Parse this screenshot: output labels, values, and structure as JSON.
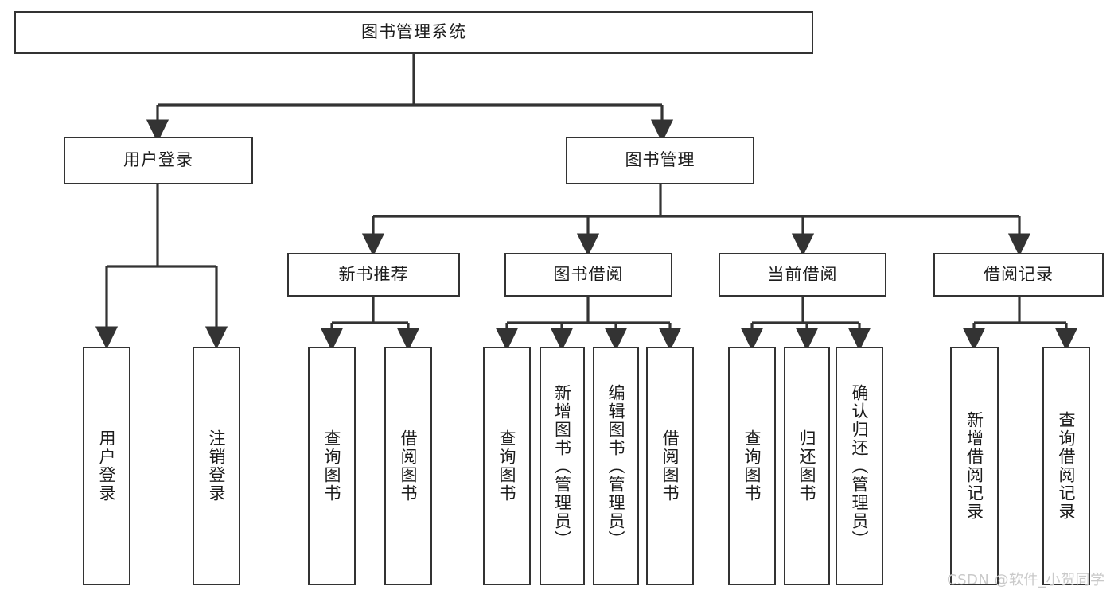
{
  "diagram": {
    "type": "hierarchy-tree",
    "title_node": {
      "label": "图书管理系统"
    },
    "level1": [
      {
        "id": "user-login",
        "label": "用户登录"
      },
      {
        "id": "book-management",
        "label": "图书管理"
      }
    ],
    "level2": [
      {
        "id": "new-book-recommend",
        "label": "新书推荐"
      },
      {
        "id": "book-borrow",
        "label": "图书借阅"
      },
      {
        "id": "current-borrow",
        "label": "当前借阅"
      },
      {
        "id": "borrow-record",
        "label": "借阅记录"
      }
    ],
    "leaves": [
      {
        "id": "leaf-user-login",
        "label": "用户登录",
        "parent": "user-login"
      },
      {
        "id": "leaf-logout-login",
        "label": "注销登录",
        "parent": "user-login"
      },
      {
        "id": "leaf-query-book-1",
        "label": "查询图书",
        "parent": "new-book-recommend"
      },
      {
        "id": "leaf-borrow-book-1",
        "label": "借阅图书",
        "parent": "new-book-recommend"
      },
      {
        "id": "leaf-query-book-2",
        "label": "查询图书",
        "parent": "book-borrow"
      },
      {
        "id": "leaf-add-book",
        "label": "新增图书（管理员）",
        "parent": "book-borrow"
      },
      {
        "id": "leaf-edit-book",
        "label": "编辑图书（管理员）",
        "parent": "book-borrow"
      },
      {
        "id": "leaf-borrow-book-2",
        "label": "借阅图书",
        "parent": "book-borrow"
      },
      {
        "id": "leaf-query-book-3",
        "label": "查询图书",
        "parent": "current-borrow"
      },
      {
        "id": "leaf-return-book",
        "label": "归还图书",
        "parent": "current-borrow"
      },
      {
        "id": "leaf-confirm-return",
        "label": "确认归还（管理员）",
        "parent": "current-borrow"
      },
      {
        "id": "leaf-add-record",
        "label": "新增借阅记录",
        "parent": "borrow-record"
      },
      {
        "id": "leaf-query-record",
        "label": "查询借阅记录",
        "parent": "borrow-record"
      }
    ],
    "watermark": "CSDN @软件_小贺同学",
    "colors": {
      "stroke": "#333333",
      "fill": "#ffffff",
      "text": "#1c1c1c",
      "watermark": "#c9c9c9"
    }
  }
}
